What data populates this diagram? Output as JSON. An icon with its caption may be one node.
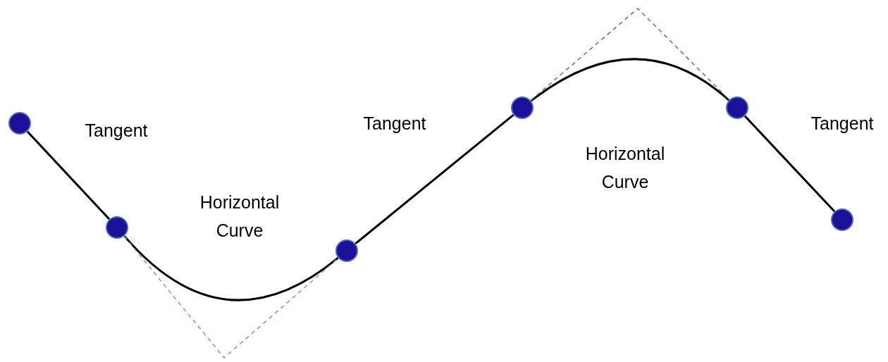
{
  "diagram": {
    "nodes": [
      {
        "text": [],
        "shape": "circle"
      },
      {
        "text": [],
        "shape": "circle"
      },
      {
        "text": [],
        "shape": "circle"
      },
      {
        "text": [],
        "shape": "circle"
      },
      {
        "text": [],
        "shape": "circle"
      },
      {
        "text": [],
        "shape": "circle"
      }
    ],
    "edges": [
      {
        "from": 0,
        "to": 1,
        "arrow": "none"
      },
      {
        "from": 1,
        "to": 2,
        "arrow": "none"
      },
      {
        "from": 1,
        "to": 2,
        "arrow": "none",
        "style": "dashed",
        "color": "#6f9bd1"
      },
      {
        "from": 2,
        "to": 3,
        "arrow": "none"
      },
      {
        "from": 3,
        "to": 4,
        "arrow": "none"
      },
      {
        "from": 3,
        "to": 4,
        "arrow": "none",
        "style": "dashed",
        "color": "#6a5acd"
      },
      {
        "from": 4,
        "to": 5,
        "arrow": "none"
      }
    ],
    "labels": [
      "Tangent",
      "Horizontal Curve",
      "Tangent",
      "Horizontal Curve",
      "Tangent"
    ]
  }
}
